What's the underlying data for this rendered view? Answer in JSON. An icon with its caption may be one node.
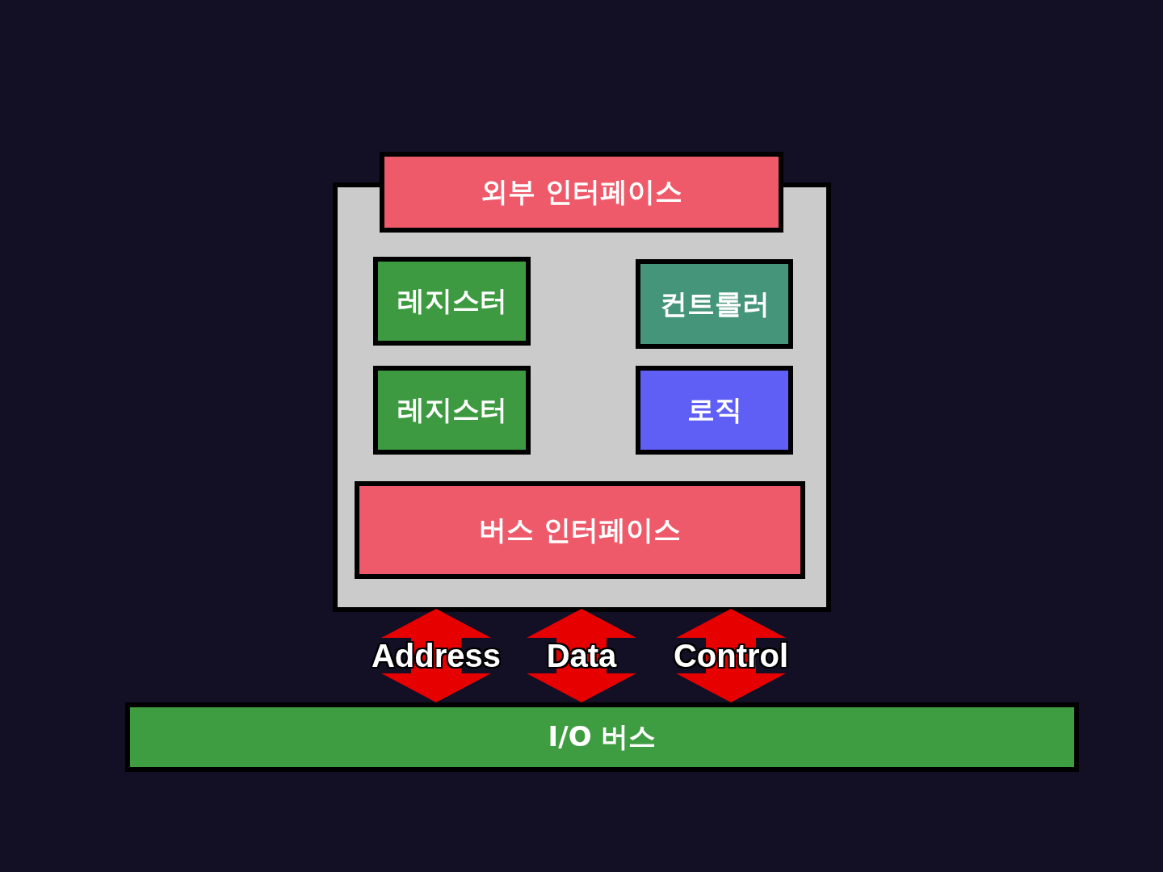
{
  "diagram": {
    "nodes": [
      {
        "text": [
          "외부 인터페이스"
        ]
      },
      {
        "text": [],
        "shape": "box"
      },
      {
        "text": [
          "레지스터"
        ],
        "in": 1
      },
      {
        "text": [
          "컨트롤러"
        ],
        "in": 1
      },
      {
        "text": [
          "레지스터"
        ],
        "in": 1
      },
      {
        "text": [
          "로직"
        ],
        "in": 1
      },
      {
        "text": [
          "버스 인터페이스"
        ],
        "in": 1
      },
      {
        "text": [
          "I/O 버스"
        ]
      }
    ],
    "edges": [
      {
        "from": 1,
        "to": 7,
        "arrow": "both",
        "label": "Address"
      },
      {
        "from": 1,
        "to": 7,
        "arrow": "both",
        "label": "Data"
      },
      {
        "from": 1,
        "to": 7,
        "arrow": "both",
        "label": "Control"
      }
    ]
  }
}
